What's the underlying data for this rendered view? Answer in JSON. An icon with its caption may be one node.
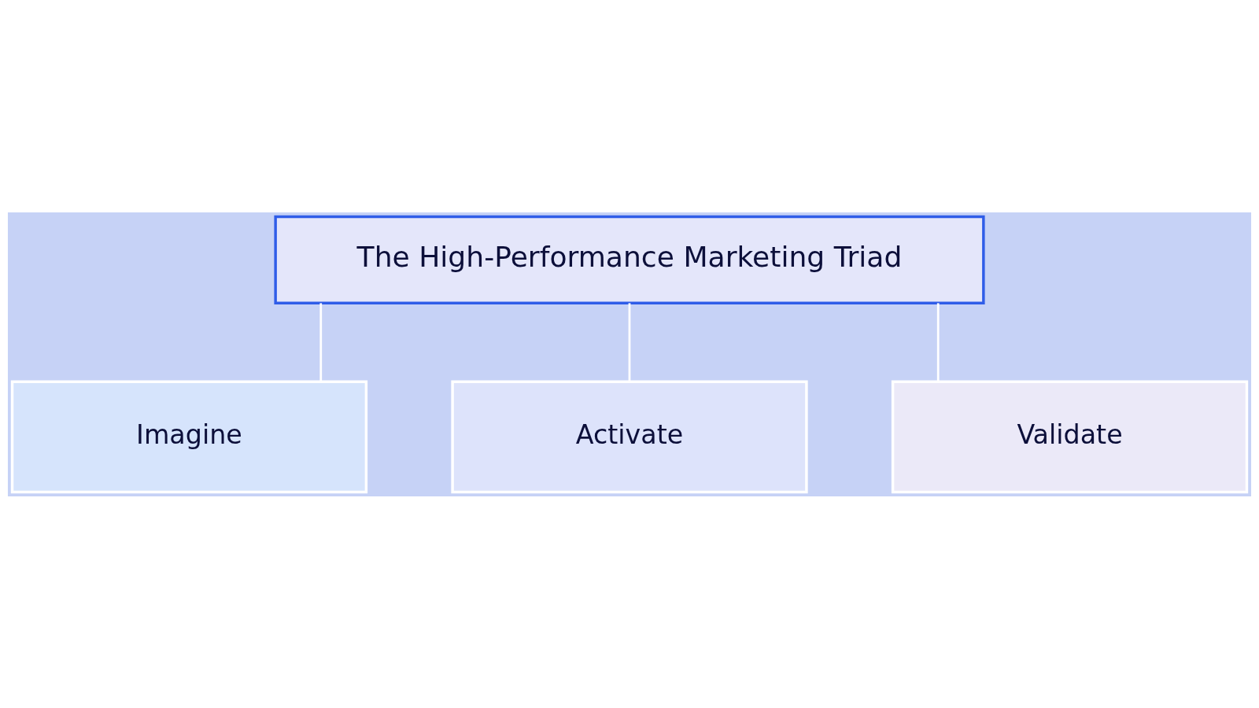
{
  "diagram": {
    "nodes": [
      {
        "text": [
          "The High-Performance Marketing Triad"
        ]
      },
      {
        "text": [
          "Imagine"
        ]
      },
      {
        "text": [
          "Activate"
        ]
      },
      {
        "text": [
          "Validate"
        ]
      }
    ],
    "edges": [
      {
        "from": 0,
        "to": 1,
        "arrow": "none"
      },
      {
        "from": 0,
        "to": 2,
        "arrow": "none"
      },
      {
        "from": 0,
        "to": 3,
        "arrow": "none"
      }
    ]
  }
}
